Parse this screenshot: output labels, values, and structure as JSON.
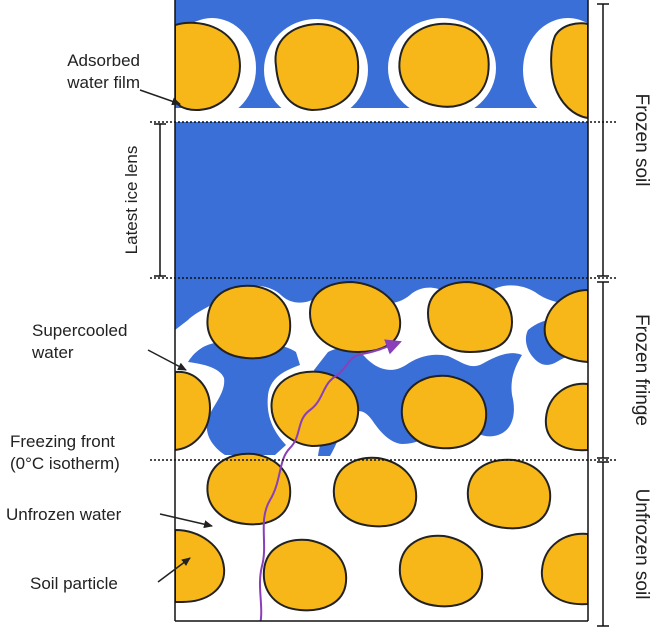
{
  "labels": {
    "adsorbed_line1": "Adsorbed",
    "adsorbed_line2": "water film",
    "latest_ice_lens": "Latest ice lens",
    "supercooled_line1": "Supercooled",
    "supercooled_line2": "water",
    "freezing_front_line1": "Freezing front",
    "freezing_front_line2": "(0°C isotherm)",
    "unfrozen_water": "Unfrozen water",
    "soil_particle": "Soil particle"
  },
  "zones": {
    "frozen_soil": "Frozen soil",
    "frozen_fringe": "Frozen fringe",
    "unfrozen_soil": "Unfrozen soil"
  },
  "colors": {
    "ice": "#3b6fd8",
    "soil_particle": "#f7b718",
    "particle_outline": "#222222",
    "water": "#ffffff",
    "water_flow_arrow": "#8a3fb8"
  }
}
